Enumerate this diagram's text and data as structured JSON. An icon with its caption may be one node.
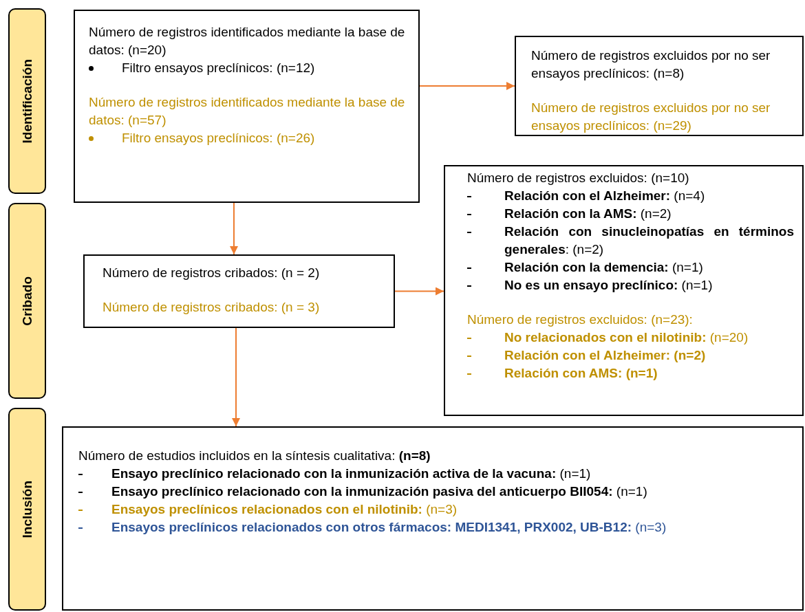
{
  "diagram": {
    "nodes": [
      {
        "text": [
          "Identificación"
        ]
      },
      {
        "text": [
          "Cribado"
        ]
      },
      {
        "text": [
          "Inclusión"
        ]
      },
      {
        "text": [
          "Número de registros identificados mediante la base de datos: (n=20)",
          "Filtro ensayos preclínicos: (n=12)",
          "Número de registros identificados mediante la base de datos: (n=57)",
          "Filtro ensayos preclínicos: (n=26)"
        ]
      },
      {
        "text": [
          "Número de registros excluidos por no ser ensayos preclínicos: (n=8)",
          "Número de registros excluidos por no ser ensayos preclínicos: (n=29)"
        ]
      },
      {
        "text": [
          "Número de registros cribados: (n = 2)",
          "Número de registros cribados: (n = 3)"
        ]
      },
      {
        "text": [
          "Número de registros excluidos: (n=10)",
          "**Relación con el Alzheimer:** (n=4)",
          "**Relación con la AMS:** (n=2)",
          "**Relación con sinucleinopatías en términos generales**: (n=2)",
          "**Relación con la demencia:** (n=1)",
          "**No es un ensayo preclínico:** (n=1)",
          "Número de registros excluidos: (n=23):",
          "**No relacionados con el nilotinib:** (n=20)",
          "Relación con el Alzheimer: (n=2)",
          "Relación con AMS: (n=1)"
        ]
      },
      {
        "text": [
          "Número de estudios incluidos en la síntesis cualitativa: **(n=8)**",
          "**Ensayo preclínico relacionado con la inmunización activa de la vacuna:** (n=1)",
          "**Ensayo preclínico relacionado con la inmunización pasiva del anticuerpo BII054:** (n=1)",
          "**Ensayos preclínicos relacionados con el nilotinib:** (n=3)",
          "**Ensayos preclínicos relacionados con otros fármacos: MEDI1341, PRX002, UB-B12:** (n=3)"
        ]
      }
    ],
    "edges": [
      {
        "from": 3,
        "to": 4,
        "arrow": "to"
      },
      {
        "from": 3,
        "to": 5,
        "arrow": "to"
      },
      {
        "from": 5,
        "to": 6,
        "arrow": "to"
      },
      {
        "from": 5,
        "to": 7,
        "arrow": "to"
      }
    ]
  }
}
